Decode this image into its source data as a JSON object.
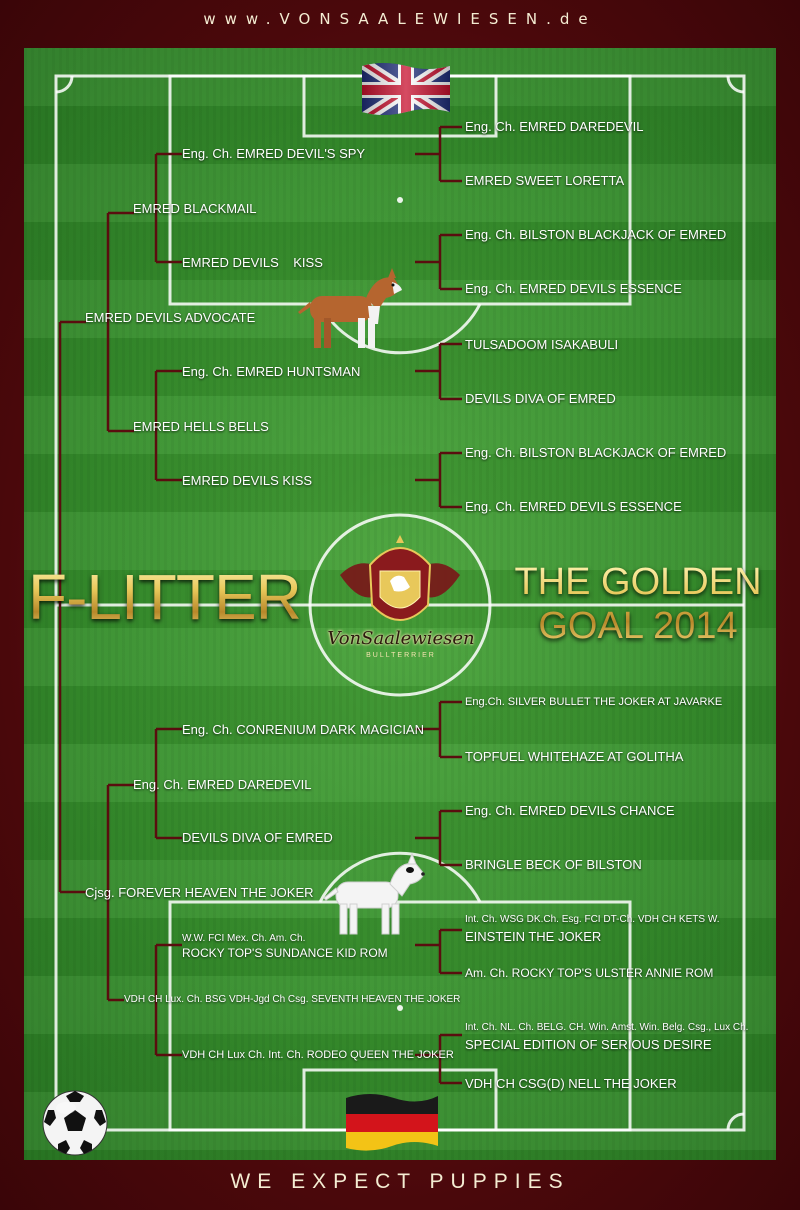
{
  "header": {
    "site_url": "www.VONSAALEWIESEN.de"
  },
  "footer": {
    "text": "WE EXPECT PUPPIES"
  },
  "titles": {
    "litter": "F-LITTER",
    "golden_line1": "THE GOLDEN",
    "golden_line2": "GOAL 2014"
  },
  "logo": {
    "script_text": "VonSaalewiesen",
    "sub_text": "BULLTERRIER"
  },
  "sire_side": {
    "parent": "EMRED DEVILS ADVOCATE",
    "grandparents": [
      "EMRED BLACKMAIL",
      "EMRED HELLS BELLS"
    ],
    "great_grandparents": [
      "Eng. Ch. EMRED DEVIL'S SPY",
      "EMRED DEVILS    KISS",
      "Eng. Ch. EMRED HUNTSMAN",
      "EMRED DEVILS KISS"
    ],
    "great_great_grandparents": [
      "Eng. Ch. EMRED DAREDEVIL",
      "EMRED SWEET LORETTA",
      "Eng. Ch. BILSTON BLACKJACK OF EMRED",
      "Eng. Ch. EMRED DEVILS ESSENCE",
      "TULSADOOM ISAKABULI",
      "DEVILS DIVA OF EMRED",
      "Eng. Ch. BILSTON BLACKJACK OF EMRED",
      "Eng. Ch. EMRED DEVILS ESSENCE"
    ]
  },
  "dam_side": {
    "parent": "Cjsg. FOREVER HEAVEN THE JOKER",
    "grandparents": [
      "Eng. Ch. EMRED DAREDEVIL",
      "VDH CH Lux. Ch. BSG VDH-Jgd Ch Csg. SEVENTH HEAVEN THE JOKER"
    ],
    "great_grandparents": [
      "Eng. Ch. CONRENIUM DARK MAGICIAN",
      "DEVILS DIVA OF EMRED",
      {
        "line1": "W.W. FCI Mex. Ch. Am. Ch.",
        "line2": "ROCKY TOP'S SUNDANCE KID ROM"
      },
      "VDH CH Lux Ch. Int. Ch. RODEO QUEEN THE JOKER"
    ],
    "great_great_grandparents": [
      {
        "line1": "Eng.Ch. SILVER BULLET THE JOKER AT JAVARKE"
      },
      {
        "line1": "TOPFUEL WHITEHAZE AT GOLITHA"
      },
      {
        "line1": "Eng. Ch. EMRED DEVILS CHANCE"
      },
      {
        "line1": "BRINGLE BECK OF BILSTON"
      },
      {
        "line1": "Int. Ch. WSG DK.Ch. Esg. FCI DT-Ch. VDH CH KETS W.",
        "line2": "EINSTEIN THE JOKER"
      },
      {
        "line1": "Am. Ch. ROCKY TOP'S ULSTER ANNIE ROM"
      },
      {
        "line1": "Int. Ch. NL. Ch. BELG. CH. Win. Amst. Win. Belg. Csg., Lux Ch.",
        "line2": "SPECIAL EDITION OF SERIOUS DESIRE"
      },
      {
        "line1": "VDH CH CSG(D) NELL THE JOKER"
      }
    ]
  },
  "icons": {
    "flag_top": "union-jack-flag-icon",
    "flag_bottom": "german-flag-icon",
    "ball": "soccer-ball-icon",
    "dog_top": "brown-white-bullterrier-icon",
    "dog_bottom": "white-bullterrier-icon",
    "emblem": "bullterrier-crest-icon"
  },
  "colors": {
    "frame": "#5a0d10",
    "line": "#5a0d0f",
    "grass": "#3a932f",
    "gold": "#e8c85a",
    "text": "#ffffff"
  }
}
